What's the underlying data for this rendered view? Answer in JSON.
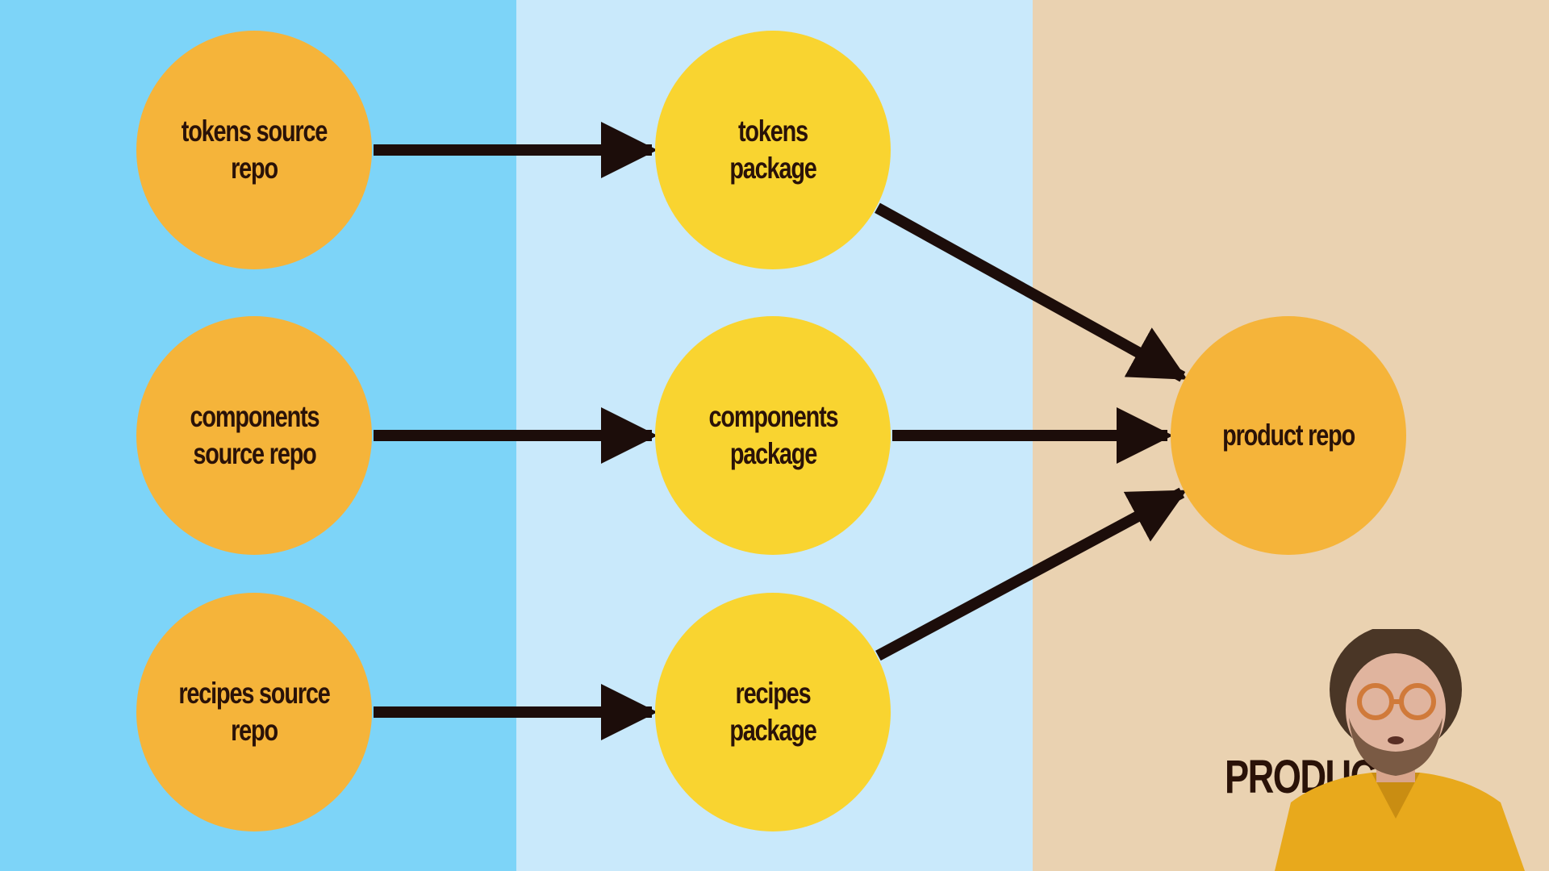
{
  "diagram": {
    "columns": [
      {
        "id": "source",
        "color": "#7dd4f8"
      },
      {
        "id": "package",
        "color": "#c9e9fb"
      },
      {
        "id": "product",
        "color": "#ead2b1"
      }
    ],
    "nodes": [
      {
        "id": "tokens-source",
        "label": "tokens source repo",
        "fill": "#f5b43a"
      },
      {
        "id": "components-source",
        "label": "components\nsource repo",
        "fill": "#f5b43a"
      },
      {
        "id": "recipes-source",
        "label": "recipes source repo",
        "fill": "#f5b43a"
      },
      {
        "id": "tokens-package",
        "label": "tokens package",
        "fill": "#f9d430"
      },
      {
        "id": "components-package",
        "label": "components\npackage",
        "fill": "#f9d430"
      },
      {
        "id": "recipes-package",
        "label": "recipes package",
        "fill": "#f9d430"
      },
      {
        "id": "product-repo",
        "label": "product repo",
        "fill": "#f5b43a"
      }
    ],
    "edges": [
      {
        "from": "tokens-source",
        "to": "tokens-package"
      },
      {
        "from": "components-source",
        "to": "components-package"
      },
      {
        "from": "recipes-source",
        "to": "recipes-package"
      },
      {
        "from": "tokens-package",
        "to": "product-repo"
      },
      {
        "from": "components-package",
        "to": "product-repo"
      },
      {
        "from": "recipes-package",
        "to": "product-repo"
      }
    ],
    "text_color": "#2a1208",
    "edge_color": "#1c0d0a"
  },
  "overlay": {
    "partial_heading": "PRODUC",
    "presenter": "person-webcam"
  }
}
